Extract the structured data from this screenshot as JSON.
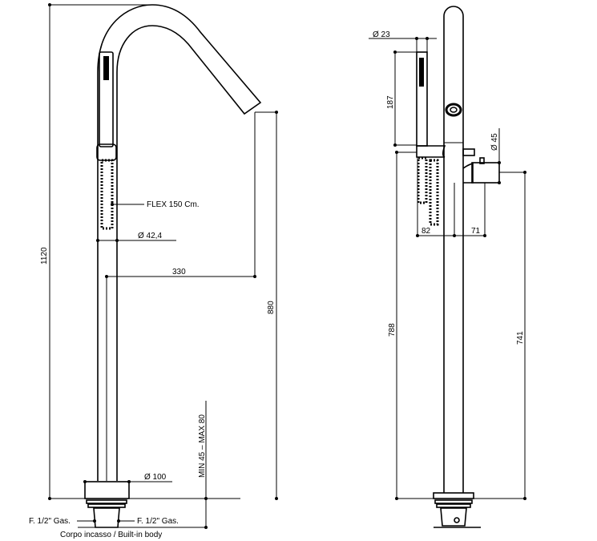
{
  "front_view": {
    "height_total": "1120",
    "flex_label": "FLEX 150 Cm.",
    "pipe_diameter": "Ø  42,4",
    "spout_reach": "330",
    "spout_height": "880",
    "base_diameter": "Ø  100",
    "install_depth": "MIN 45 – MAX 80",
    "gas_left": "F. 1/2\" Gas.",
    "gas_right": "F. 1/2\" Gas.",
    "body_label": "Corpo incasso / Built-in body"
  },
  "side_view": {
    "shower_diameter": "Ø 23",
    "shower_length": "187",
    "mixer_diameter": "Ø  45",
    "offset_left": "82",
    "offset_right": "71",
    "holder_height": "788",
    "mixer_height": "741"
  }
}
